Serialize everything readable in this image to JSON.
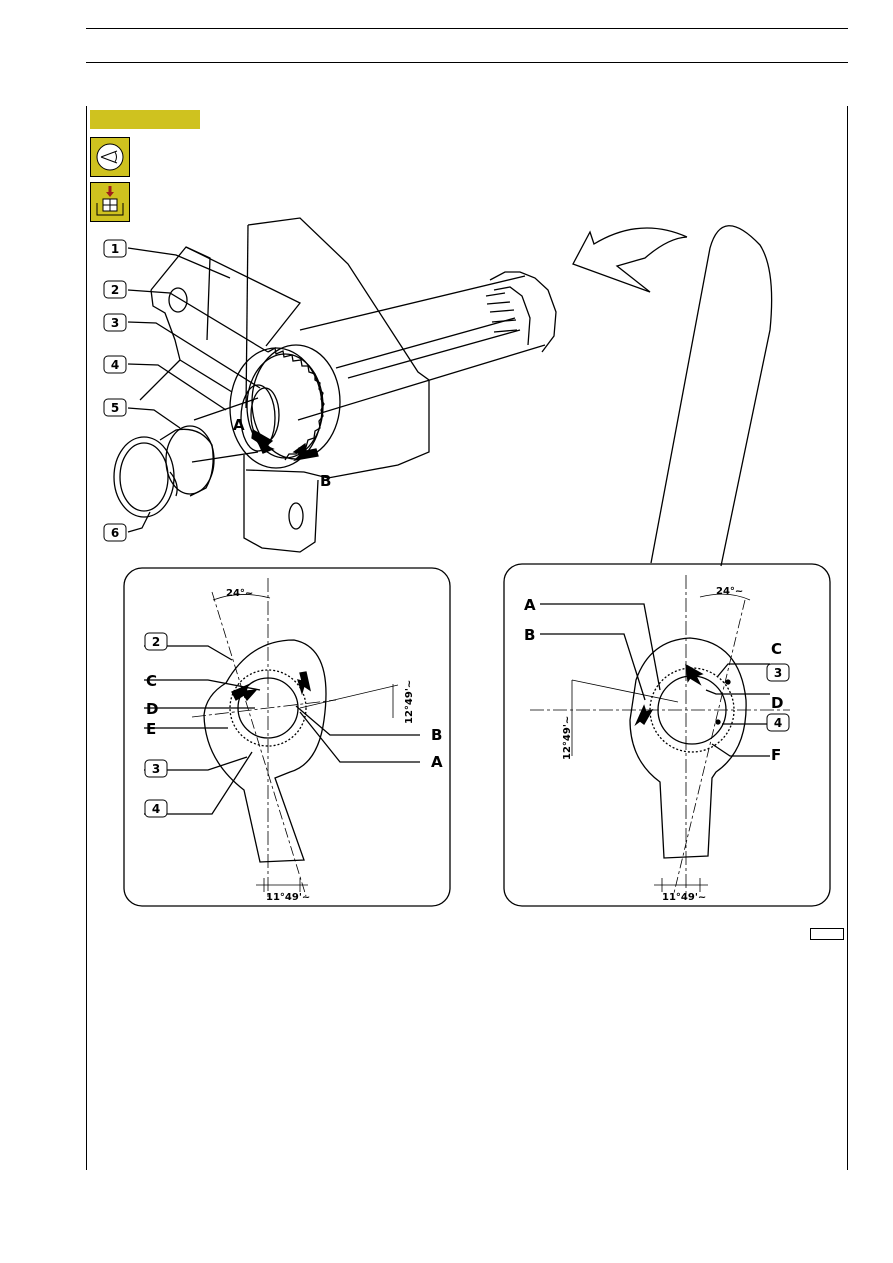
{
  "callouts": {
    "n1": "1",
    "n2": "2",
    "n3": "3",
    "n4": "4",
    "n5": "5",
    "n6": "6"
  },
  "arrows": {
    "a": "A",
    "b": "B"
  },
  "left_detail": {
    "angle_top": "24°~",
    "angle_side": "12°49'~",
    "angle_bottom": "11°49'~",
    "labels": {
      "c": "C",
      "d": "D",
      "e": "E",
      "b": "B",
      "a": "A",
      "n2": "2",
      "n3": "3",
      "n4": "4"
    }
  },
  "right_detail": {
    "angle_top": "24°~",
    "angle_side": "12°49'~",
    "angle_bottom": "11°49'~",
    "labels": {
      "a": "A",
      "b": "B",
      "c": "C",
      "d": "D",
      "f": "F",
      "n3": "3",
      "n4": "4"
    }
  },
  "colors": {
    "tag": "#cfc21f",
    "line": "#000000"
  },
  "icons": [
    "inspection-icon",
    "assembly-icon"
  ]
}
